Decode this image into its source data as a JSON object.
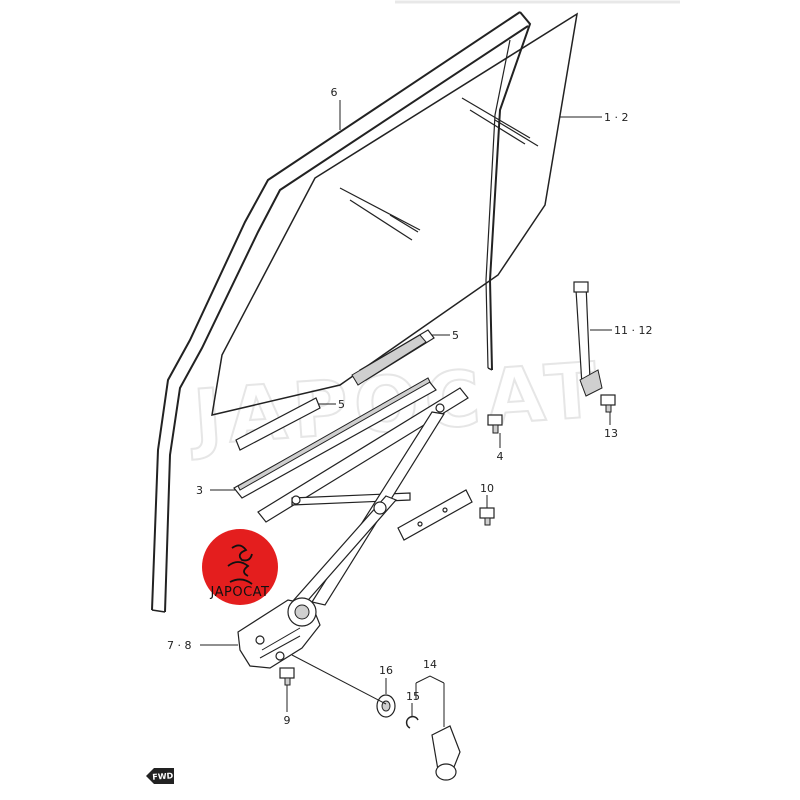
{
  "watermark": "JAPOCAT",
  "logo": {
    "text": "JAPOCAT",
    "color": "#e41e1e"
  },
  "forward_marker": "FWD",
  "callouts": [
    {
      "id": "callout-1-2",
      "text": "1 · 2"
    },
    {
      "id": "callout-6",
      "text": "6"
    },
    {
      "id": "callout-5-upper",
      "text": "5"
    },
    {
      "id": "callout-5-lower",
      "text": "5"
    },
    {
      "id": "callout-3",
      "text": "3"
    },
    {
      "id": "callout-4",
      "text": "4"
    },
    {
      "id": "callout-10",
      "text": "10"
    },
    {
      "id": "callout-11-12",
      "text": "11 · 12"
    },
    {
      "id": "callout-13",
      "text": "13"
    },
    {
      "id": "callout-7-8",
      "text": "7 · 8"
    },
    {
      "id": "callout-9",
      "text": "9"
    },
    {
      "id": "callout-16",
      "text": "16"
    },
    {
      "id": "callout-15",
      "text": "15"
    },
    {
      "id": "callout-14",
      "text": "14"
    }
  ]
}
